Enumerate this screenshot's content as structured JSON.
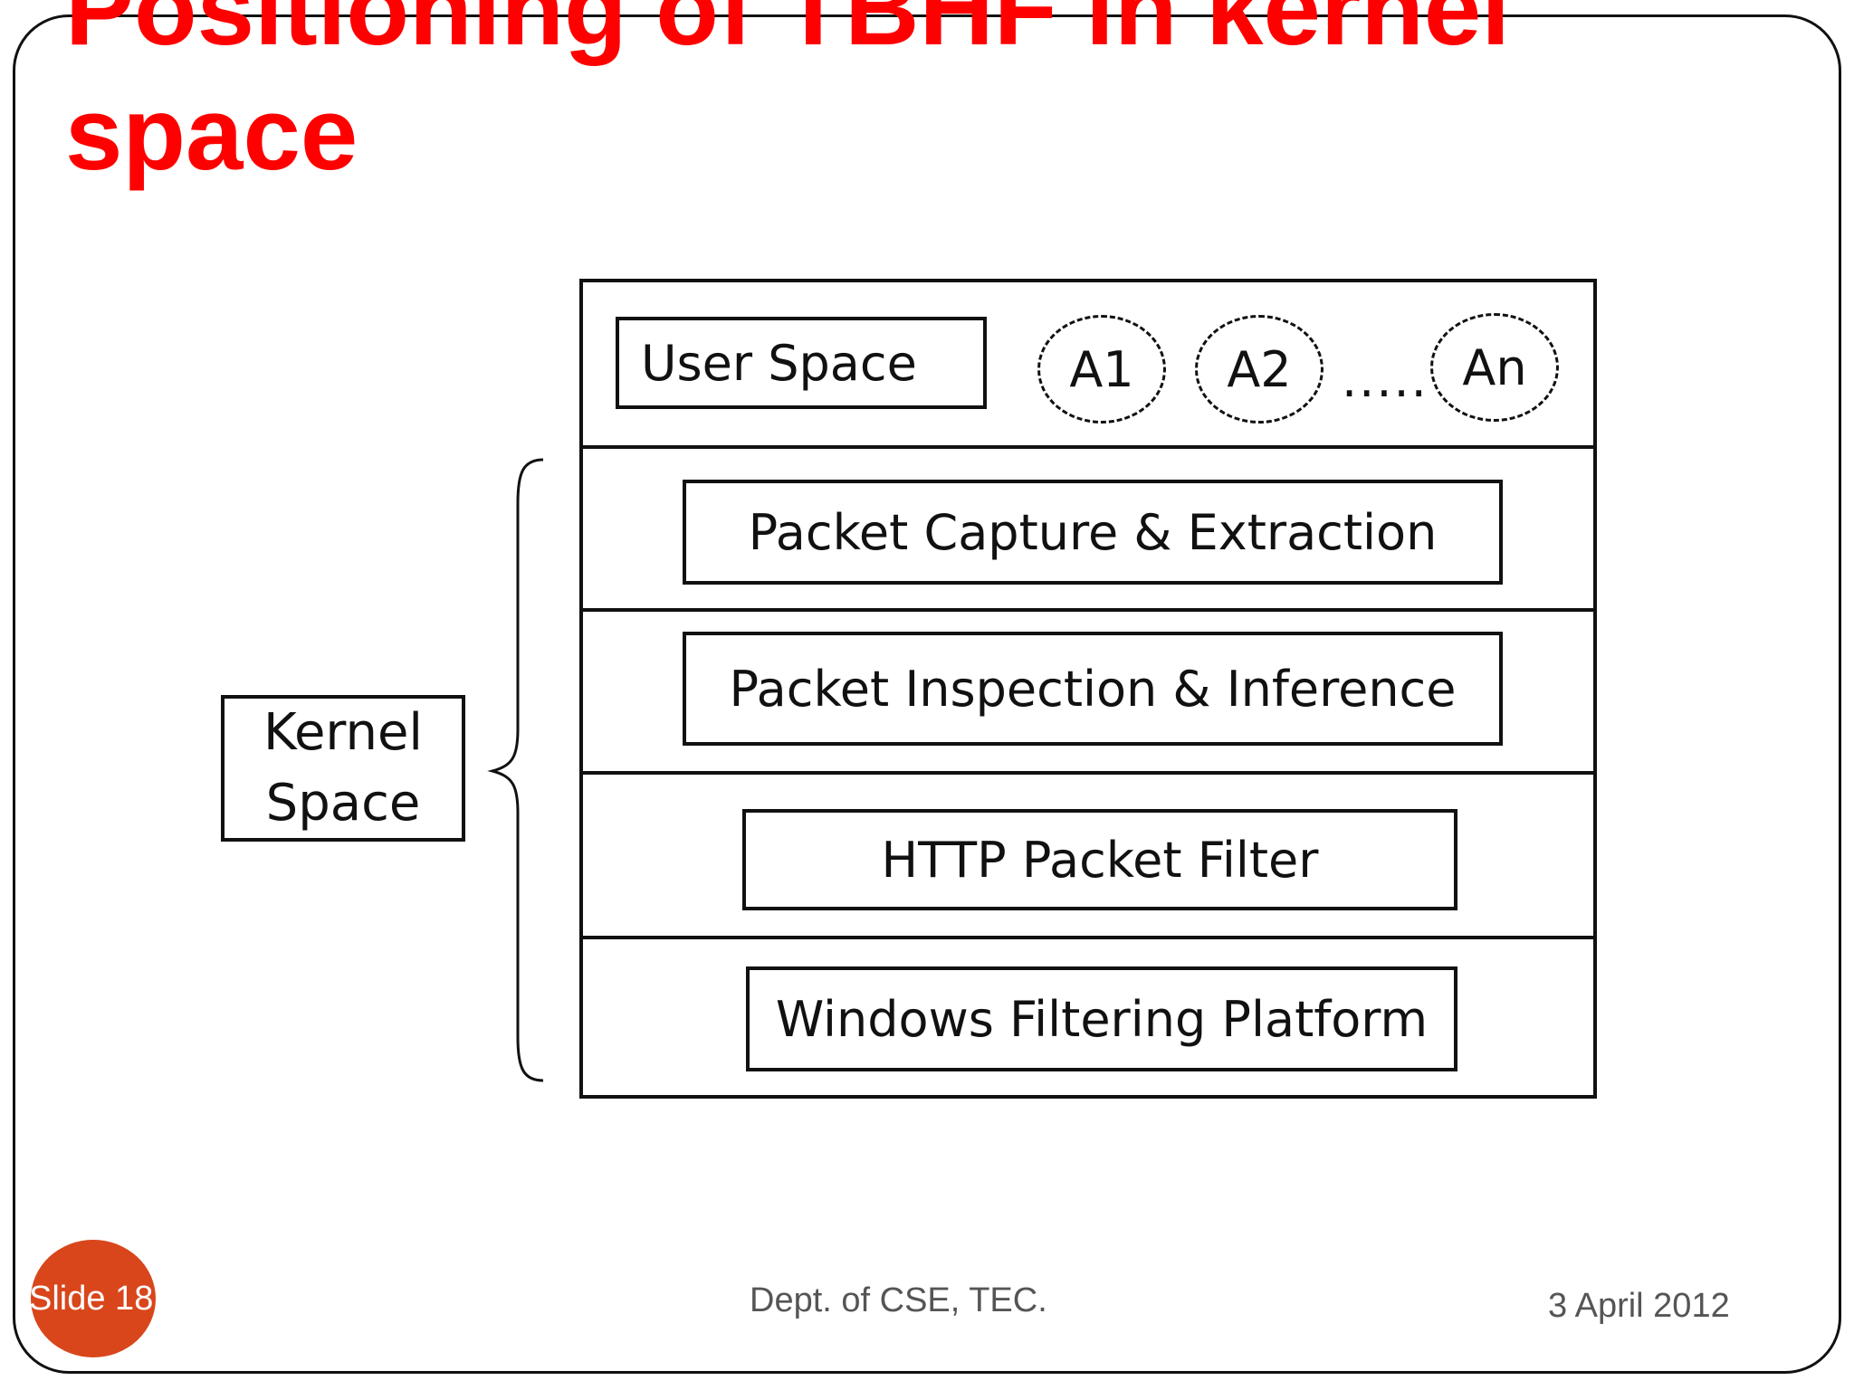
{
  "slide": {
    "title": "Positioning of TBHF in kernel space"
  },
  "diagram": {
    "user_space_label": "User Space",
    "apps": [
      "A1",
      "A2",
      "An"
    ],
    "apps_ellipsis": ".....",
    "layers": [
      "Packet Capture & Extraction",
      "Packet Inspection & Inference",
      "HTTP Packet Filter",
      "Windows Filtering Platform"
    ],
    "kernel_label_line1": "Kernel",
    "kernel_label_line2": "Space"
  },
  "footer": {
    "slide_number": "Slide 18",
    "department": "Dept. of CSE, TEC.",
    "date": "3 April 2012"
  },
  "colors": {
    "title": "#ff0000",
    "slide_badge": "#d9461b"
  }
}
